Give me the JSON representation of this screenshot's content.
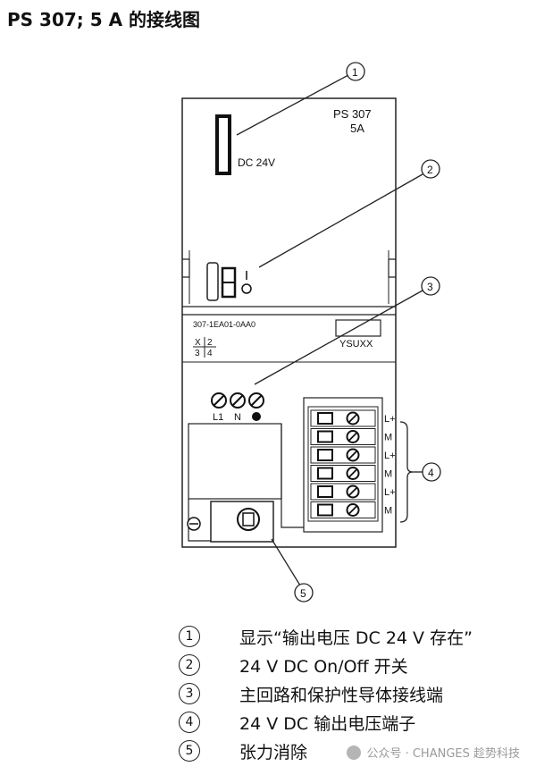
{
  "title": "PS 307; 5 A 的接线图",
  "module": {
    "name": "PS 307",
    "rating": "5A",
    "display_label": "DC 24V",
    "order_number": "307-1EA01-0AA0",
    "version_label": "YSUXX",
    "slot_top": [
      "X",
      "2"
    ],
    "slot_bottom": [
      "3",
      "4"
    ],
    "mains_terminals": [
      "L1",
      "N"
    ],
    "output_terminals": [
      "L+",
      "M",
      "L+",
      "M",
      "L+",
      "M"
    ]
  },
  "callouts": [
    "1",
    "2",
    "3",
    "4",
    "5"
  ],
  "legend": [
    {
      "num": "1",
      "text": "显示“输出电压 DC 24 V 存在”"
    },
    {
      "num": "2",
      "text": "24 V DC On/Off 开关"
    },
    {
      "num": "3",
      "text": "主回路和保护性导体接线端"
    },
    {
      "num": "4",
      "text": "24 V DC 输出电压端子"
    },
    {
      "num": "5",
      "text": "张力消除"
    }
  ],
  "watermark": "公众号 · CHANGES 趁势科技"
}
